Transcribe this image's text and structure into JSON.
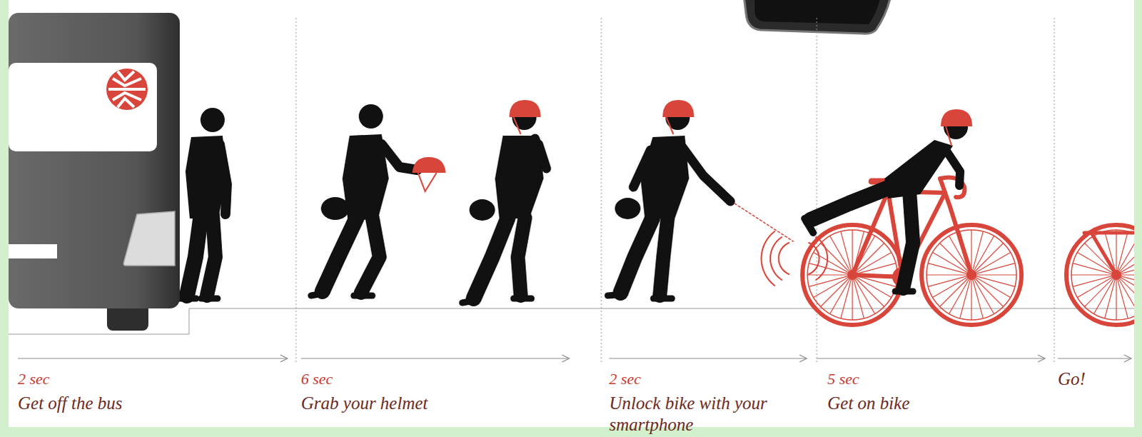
{
  "diagram": {
    "labels": [
      "2 sec",
      "Get off the bus",
      "6 sec",
      "Grab your helmet",
      "2 sec",
      "Unlock bike with your smartphone",
      "5 sec",
      "Get on bike",
      "Go!"
    ]
  }
}
